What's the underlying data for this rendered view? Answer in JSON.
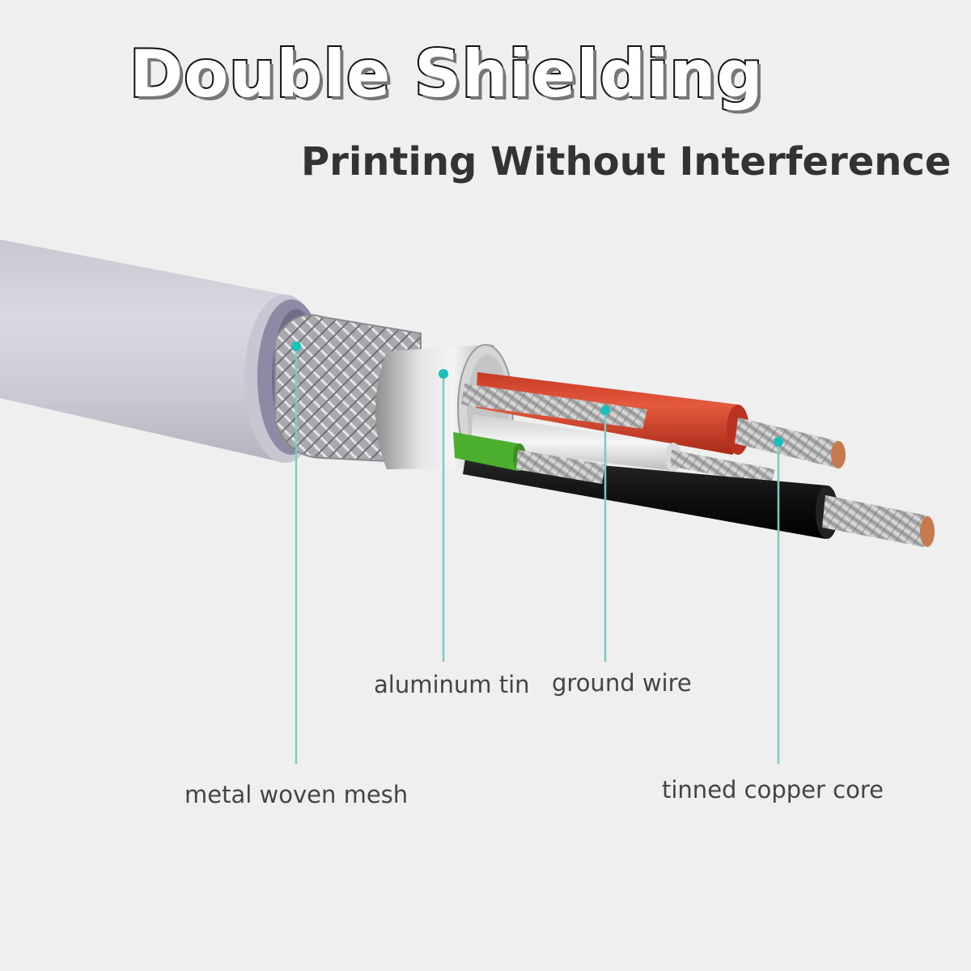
{
  "title": "Double Shielding",
  "subtitle": "Printing Without Interference",
  "labels": {
    "metal_woven_mesh": "metal woven mesh",
    "aluminum_tin": "aluminum tin",
    "ground_wire": "ground wire",
    "tinned_copper_core": "tinned copper core"
  },
  "colors": {
    "background": "#efefef",
    "callout_line": "#7fc9c5",
    "callout_dot": "#19c1bd",
    "jacket": "#cfcfd6",
    "jacket_inner": "#8e8ca6",
    "red_wire": "#d4472f",
    "white_wire": "#e8e8e8",
    "black_wire": "#1c1c1c",
    "green_wire": "#4caf2e",
    "copper": "#c87a4f"
  }
}
